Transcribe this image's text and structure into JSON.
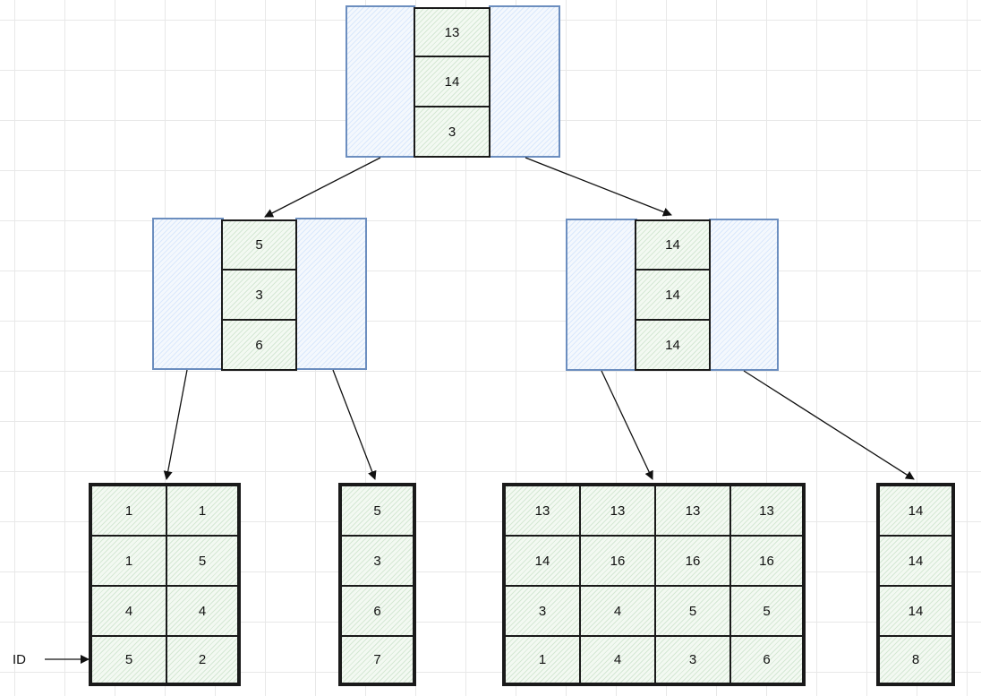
{
  "root": {
    "keys": [
      "13",
      "14",
      "3"
    ]
  },
  "internal_left": {
    "keys": [
      "5",
      "3",
      "6"
    ]
  },
  "internal_right": {
    "keys": [
      "14",
      "14",
      "14"
    ]
  },
  "leaf_1": {
    "rows": [
      [
        "1",
        "1"
      ],
      [
        "1",
        "5"
      ],
      [
        "4",
        "4"
      ],
      [
        "5",
        "2"
      ]
    ]
  },
  "leaf_2": {
    "rows": [
      [
        "5"
      ],
      [
        "3"
      ],
      [
        "6"
      ],
      [
        "7"
      ]
    ]
  },
  "leaf_3": {
    "rows": [
      [
        "13",
        "13",
        "13",
        "13"
      ],
      [
        "14",
        "16",
        "16",
        "16"
      ],
      [
        "3",
        "4",
        "5",
        "5"
      ],
      [
        "1",
        "4",
        "3",
        "6"
      ]
    ]
  },
  "leaf_4": {
    "rows": [
      [
        "14"
      ],
      [
        "14"
      ],
      [
        "14"
      ],
      [
        "8"
      ]
    ]
  },
  "id_label": "ID"
}
